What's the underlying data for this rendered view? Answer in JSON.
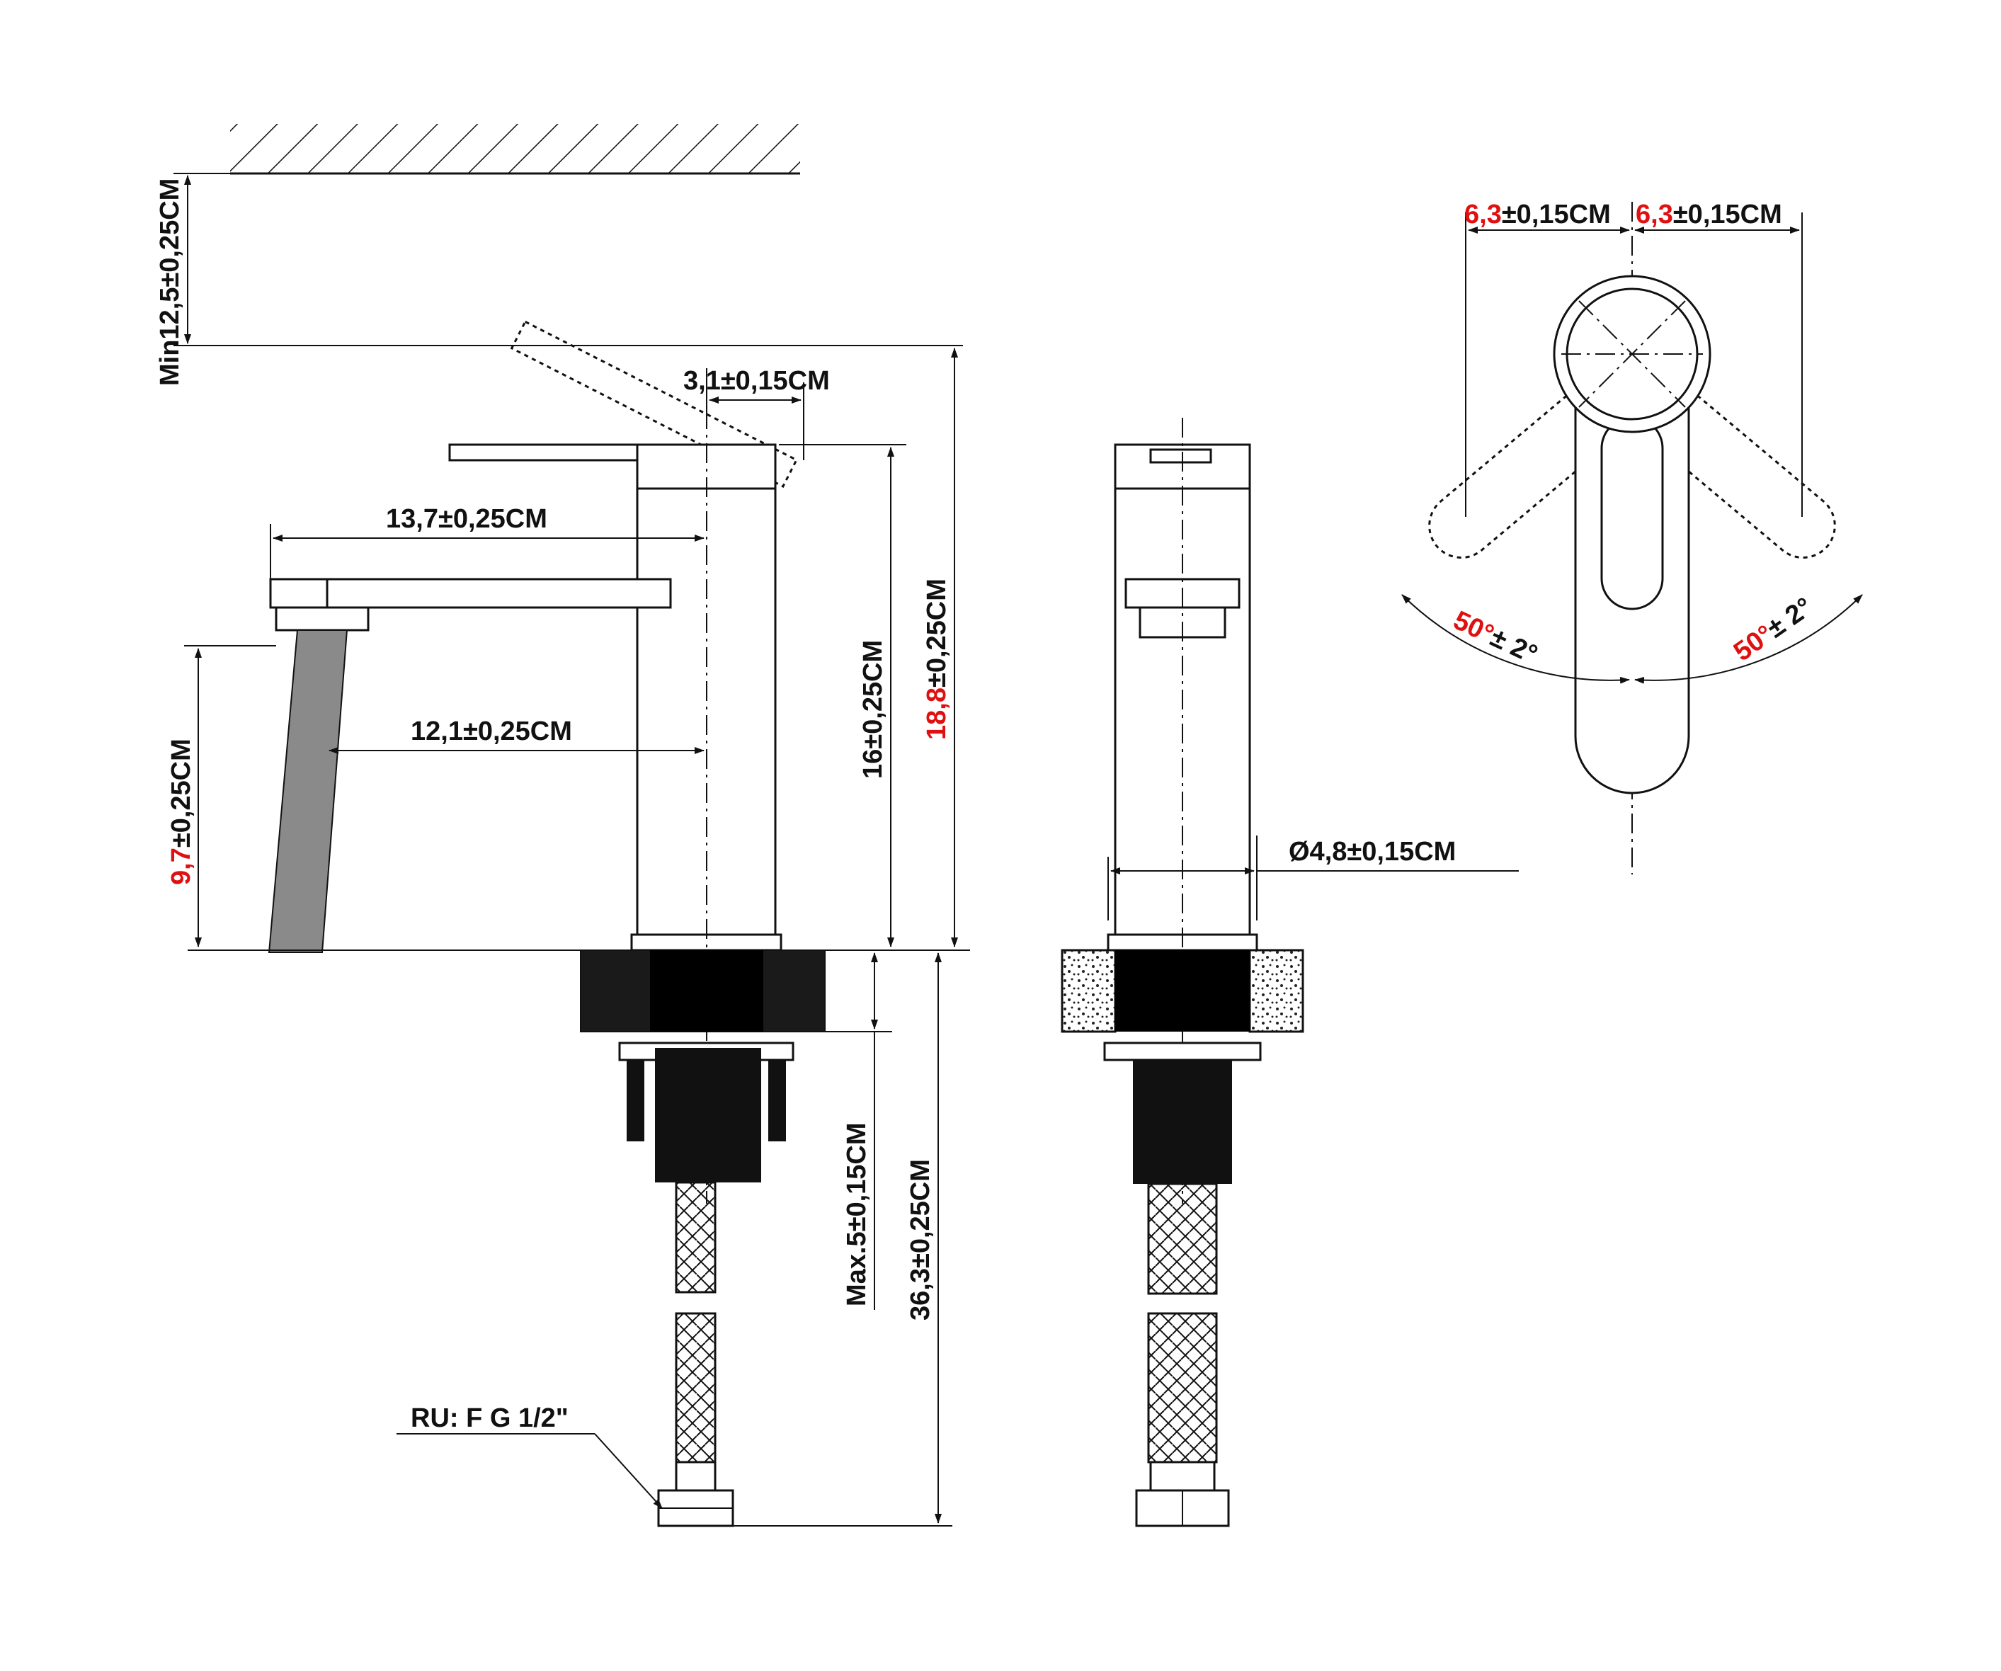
{
  "side_view": {
    "dim_min_height": "Min12,5±0,25CM",
    "dim_handle_offset": "3,1±0,15CM",
    "dim_spout_reach": "13,7±0,25CM",
    "dim_spout_to_axis": "12,1±0,25CM",
    "dim_body_height": "16±0,25CM",
    "dim_total_height_value": "18,8",
    "dim_total_height_tol": "±0,25CM",
    "dim_spout_height_value": "9,7",
    "dim_spout_height_tol": "±0,25CM",
    "dim_max_thickness": "Max.5±0,15CM",
    "dim_hose_length": "36,3±0,25CM",
    "thread_label": "RU: F G 1/2\""
  },
  "front_view": {
    "dim_diameter": "Ø4,8±0,15CM"
  },
  "top_view": {
    "dim_left_value": "6,3",
    "dim_left_tol": "±0,15CM",
    "dim_right_value": "6,3",
    "dim_right_tol": "±0,15CM",
    "angle_left_value": "50°",
    "angle_left_tol": "± 2°",
    "angle_right_value": "50°",
    "angle_right_tol": "± 2°"
  },
  "colors": {
    "line": "#111111",
    "accent": "#e01010",
    "background": "#ffffff"
  }
}
